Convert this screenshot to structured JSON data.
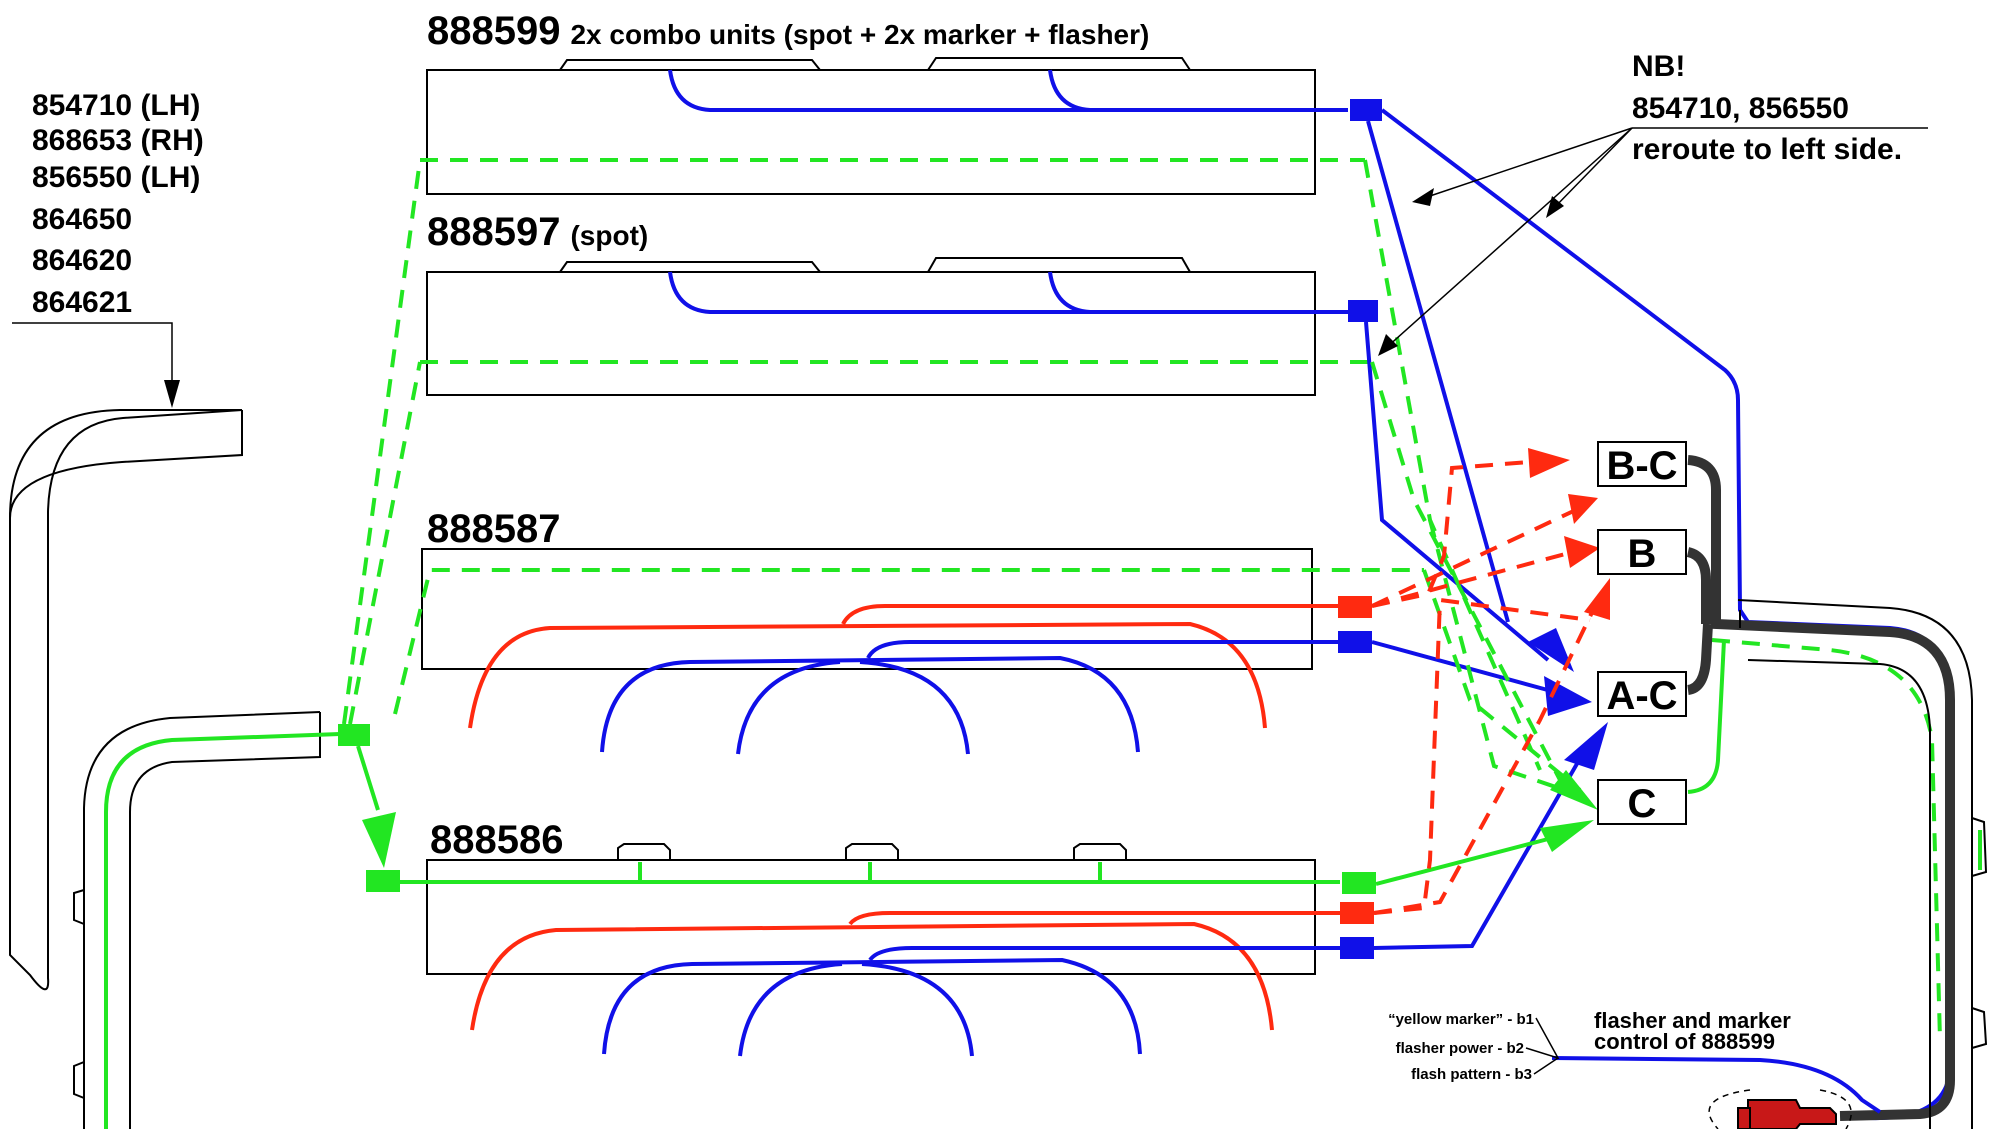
{
  "colors": {
    "blue": "#1010e8",
    "red": "#ff2a10",
    "green": "#22e622",
    "harness": "#333333",
    "connector_red": "#c81818"
  },
  "part_list": [
    "854710 (LH)",
    "868653 (RH)",
    "856550 (LH)",
    "864650",
    "864620",
    "864621"
  ],
  "units": {
    "u888599": {
      "number": "888599",
      "desc": "2x combo units (spot + 2x marker + flasher)"
    },
    "u888597": {
      "number": "888597",
      "desc": "(spot)"
    },
    "u888587": {
      "number": "888587"
    },
    "u888586": {
      "number": "888586"
    }
  },
  "note": {
    "line1": "NB!",
    "line2": "854710, 856550",
    "line3": "reroute to left side."
  },
  "boxes": {
    "bc": "B-C",
    "b": "B",
    "ac": "A-C",
    "c": "C"
  },
  "control": {
    "title1": "flasher and marker",
    "title2": "control of 888599",
    "b1": "“yellow marker” - b1",
    "b2": "flasher power - b2",
    "b3": "flash pattern - b3"
  }
}
